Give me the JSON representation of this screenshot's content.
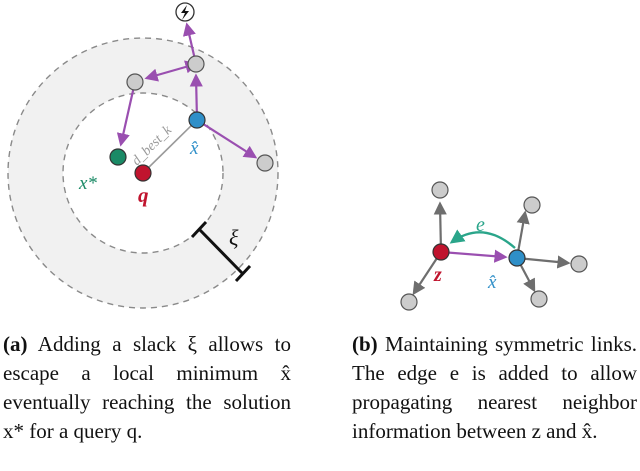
{
  "panel_a": {
    "labels": {
      "query": "q",
      "solution": "x*",
      "local_min": "x̂",
      "slack": "ξ",
      "distance": "d_best_k"
    },
    "caption": {
      "tag": "(a)",
      "text": "Adding a slack ξ allows to escape a local minimum x̂ eventually reaching the solution x* for a query q."
    }
  },
  "panel_b": {
    "labels": {
      "edge": "e",
      "z": "z",
      "x_hat": "x̂"
    },
    "caption": {
      "tag": "(b)",
      "text": "Maintaining symmetric links. The edge e is added to allow propagating nearest neighbor information between z and x̂."
    }
  },
  "colors": {
    "query_red": "#c0142e",
    "solution_green": "#1a8a66",
    "local_min_blue": "#2f8fc8",
    "node_gray": "#cccccc",
    "edge_purple": "#9a4fb0",
    "edge_gray": "#6e6e6e",
    "new_edge_teal": "#2aa58a",
    "slack_ring": "#f1f1f1"
  }
}
